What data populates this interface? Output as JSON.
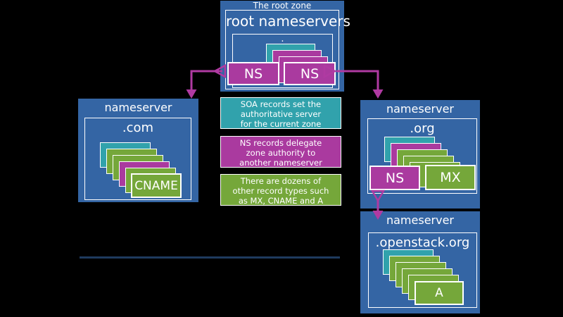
{
  "colors": {
    "background": "#000000",
    "blue": "#3465a4",
    "teal": "#31a2ac",
    "magenta": "#aa3a9f",
    "green": "#75a73a",
    "arrow": "#b03aa2",
    "divider": "#1e3a5e",
    "border": "#ffffff"
  },
  "root_zone": {
    "caption": "The root zone",
    "title": "root nameservers",
    "zone_name": ".",
    "stack": [
      "teal",
      "magenta",
      "magenta"
    ],
    "records": [
      {
        "label": "NS",
        "color": "magenta"
      },
      {
        "label": "NS",
        "color": "magenta"
      }
    ]
  },
  "nameserver_com": {
    "title": "nameserver",
    "zone_name": ".com",
    "stack": [
      "teal",
      "green",
      "green",
      "magenta",
      "green"
    ],
    "records": [
      {
        "label": "CNAME",
        "color": "green"
      }
    ]
  },
  "nameserver_org": {
    "title": "nameserver",
    "zone_name": ".org",
    "stack": [
      "teal",
      "magenta",
      "green",
      "green",
      "green"
    ],
    "records": [
      {
        "label": "NS",
        "color": "magenta"
      },
      {
        "label": "MX",
        "color": "green"
      }
    ]
  },
  "nameserver_openstack": {
    "title": "nameserver",
    "zone_name": ".openstack.org",
    "stack": [
      "teal",
      "green",
      "green",
      "green",
      "green"
    ],
    "records": [
      {
        "label": "A",
        "color": "green"
      }
    ]
  },
  "legend": [
    {
      "color": "teal",
      "lines": [
        "SOA records set the",
        "authoritative server",
        "for the current zone"
      ]
    },
    {
      "color": "magenta",
      "lines": [
        "NS records delegate",
        "zone authority to",
        "another nameserver"
      ]
    },
    {
      "color": "green",
      "lines": [
        "There are dozens of",
        "other record types such",
        "as MX, CNAME and A"
      ]
    }
  ]
}
